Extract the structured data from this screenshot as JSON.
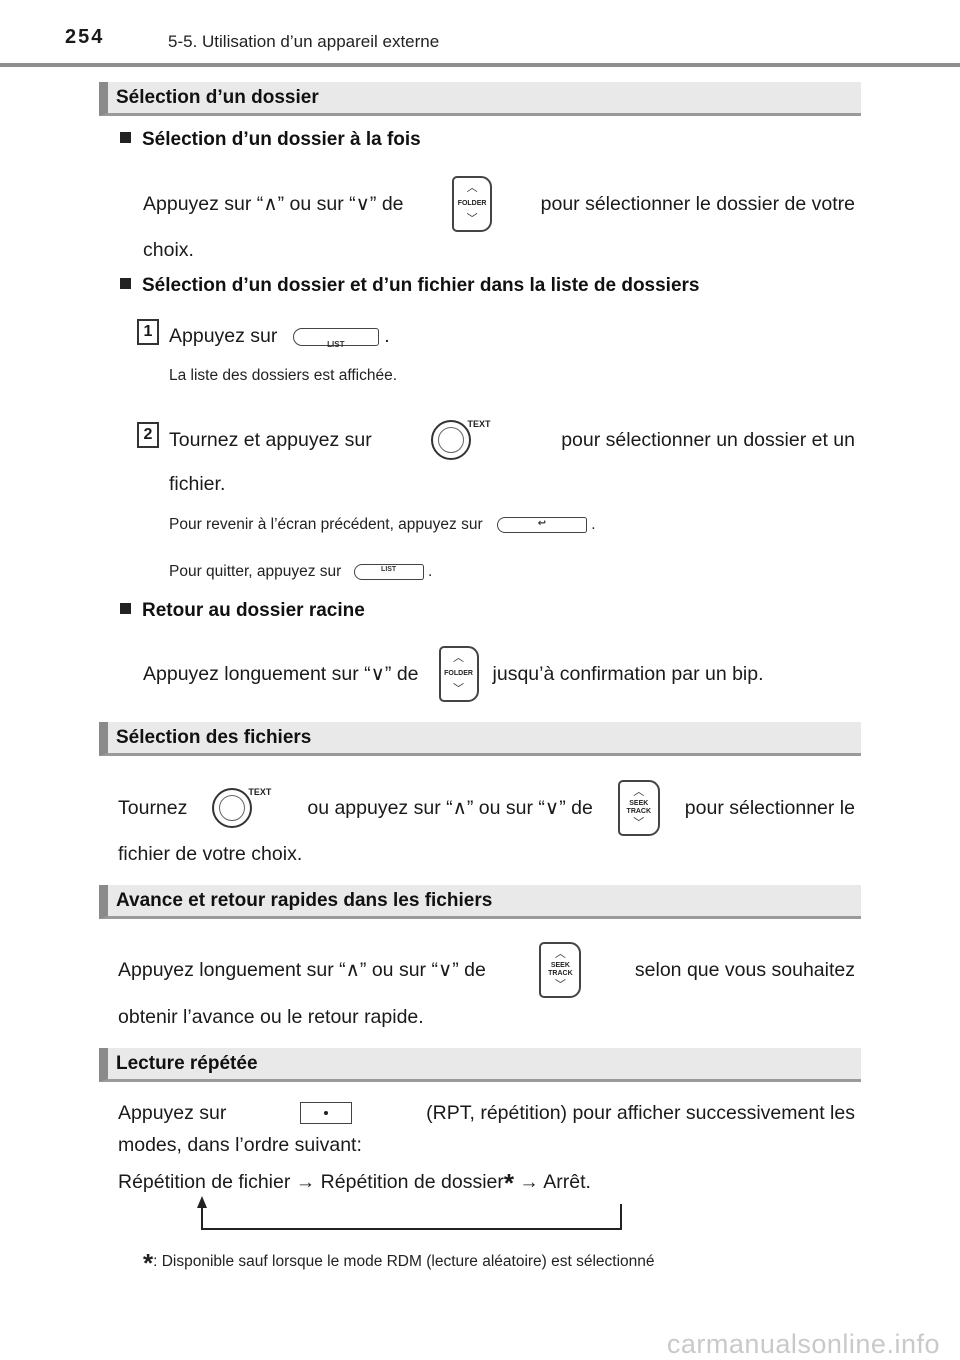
{
  "header": {
    "page_number": "254",
    "chapter": "5-5. Utilisation d’un appareil externe"
  },
  "sections": {
    "folder": {
      "title": "Sélection d’un dossier",
      "sub1": {
        "title": "Sélection d’un dossier à la fois",
        "line1_a": "Appuyez sur “",
        "up": "∧",
        "line1_b": "” ou sur “",
        "down": "∨",
        "line1_c": "” de",
        "line1_d": "pour sélectionner le dossier de votre",
        "line2": "choix."
      },
      "sub2": {
        "title": "Sélection d’un dossier et d’un fichier dans la liste de dossiers",
        "step1_num": "1",
        "step1_text": "Appuyez sur",
        "step1_end": ".",
        "step1_note": "La liste des dossiers est affichée.",
        "step2_num": "2",
        "step2_a": "Tournez et appuyez sur",
        "step2_b": "pour sélectionner un dossier et un",
        "step2_c": "fichier.",
        "step2_note1": "Pour revenir à l’écran précédent, appuyez sur",
        "step2_note1_end": ".",
        "step2_note2": "Pour quitter, appuyez sur",
        "step2_note2_end": "."
      },
      "sub3": {
        "title": "Retour au dossier racine",
        "text_a": "Appuyez longuement sur “",
        "down": "∨",
        "text_b": "” de",
        "text_c": "jusqu’à confirmation par un bip."
      }
    },
    "files": {
      "title": "Sélection des fichiers",
      "a": "Tournez",
      "b": "ou appuyez sur “",
      "up": "∧",
      "c": "” ou sur “",
      "down": "∨",
      "d": "” de",
      "e": "pour sélectionner le",
      "line2": "fichier de votre choix."
    },
    "fast": {
      "title": "Avance et retour rapides dans les fichiers",
      "a": "Appuyez longuement sur “",
      "up": "∧",
      "b": "” ou sur “",
      "down": "∨",
      "c": "” de",
      "d": "selon que vous souhaitez",
      "line2": "obtenir l’avance ou le retour rapide."
    },
    "repeat": {
      "title": "Lecture répétée",
      "a": "Appuyez sur",
      "b": "(RPT, répétition) pour afficher successivement les",
      "line2": "modes, dans l’ordre suivant:",
      "line3_a": "Répétition de fichier → Répétition de dossier",
      "star": "*",
      "line3_b": " → Arrêt.",
      "footnote_star": "*",
      "footnote": ": Disponible sauf lorsque le mode RDM (lecture aléatoire) est sélectionné"
    }
  },
  "buttons": {
    "folder_label_1": "FOLDER",
    "list_label": "LIST",
    "text_label": "TEXT",
    "back_label": "↩",
    "seek_label_1": "SEEK",
    "seek_label_2": "TRACK",
    "chev_up": "︿",
    "chev_down": "﹀"
  },
  "watermark": "carmanualsonline.info"
}
